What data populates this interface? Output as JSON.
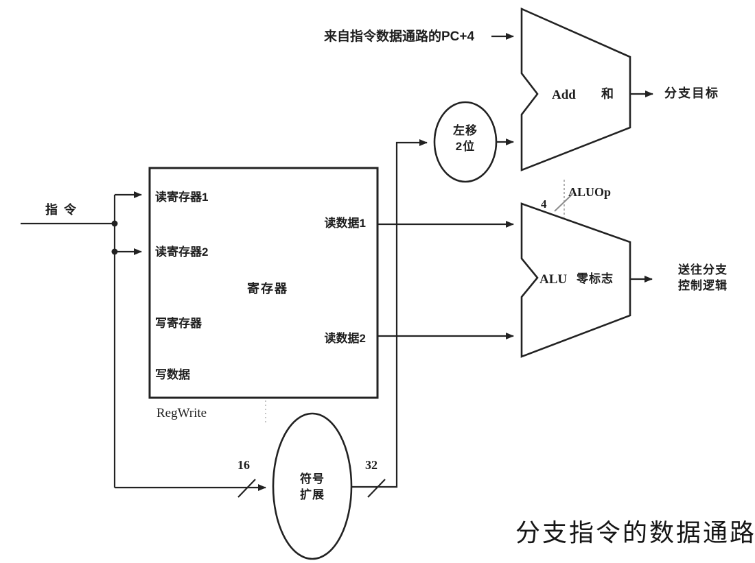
{
  "figure": {
    "caption": "分支指令的数据通路"
  },
  "labels": {
    "pc4_input": "来自指令数据通路的PC+4",
    "instruction": "指令",
    "branch_target": "分支目标",
    "to_branch_logic_line1": "送往分支",
    "to_branch_logic_line2": "控制逻辑",
    "regwrite": "RegWrite",
    "aluop": "ALUOp",
    "aluop_bus_width": "4",
    "sign_extend_in_width": "16",
    "sign_extend_out_width": "32"
  },
  "register_file": {
    "title": "寄存器",
    "ports": {
      "read_register_1": "读寄存器1",
      "read_register_2": "读寄存器2",
      "write_register": "写寄存器",
      "write_data": "写数据",
      "read_data_1": "读数据1",
      "read_data_2": "读数据2"
    }
  },
  "units": {
    "adder": {
      "label_en": "Add",
      "label_zh": "和"
    },
    "alu": {
      "label_en": "ALU",
      "label_zh": "零标志"
    },
    "shift_left": {
      "line1": "左移",
      "line2": "2位"
    },
    "sign_extend": {
      "line1": "符号",
      "line2": "扩展"
    }
  },
  "colors": {
    "line": "#222222",
    "faint": "#9a9a9a",
    "background": "#ffffff"
  }
}
